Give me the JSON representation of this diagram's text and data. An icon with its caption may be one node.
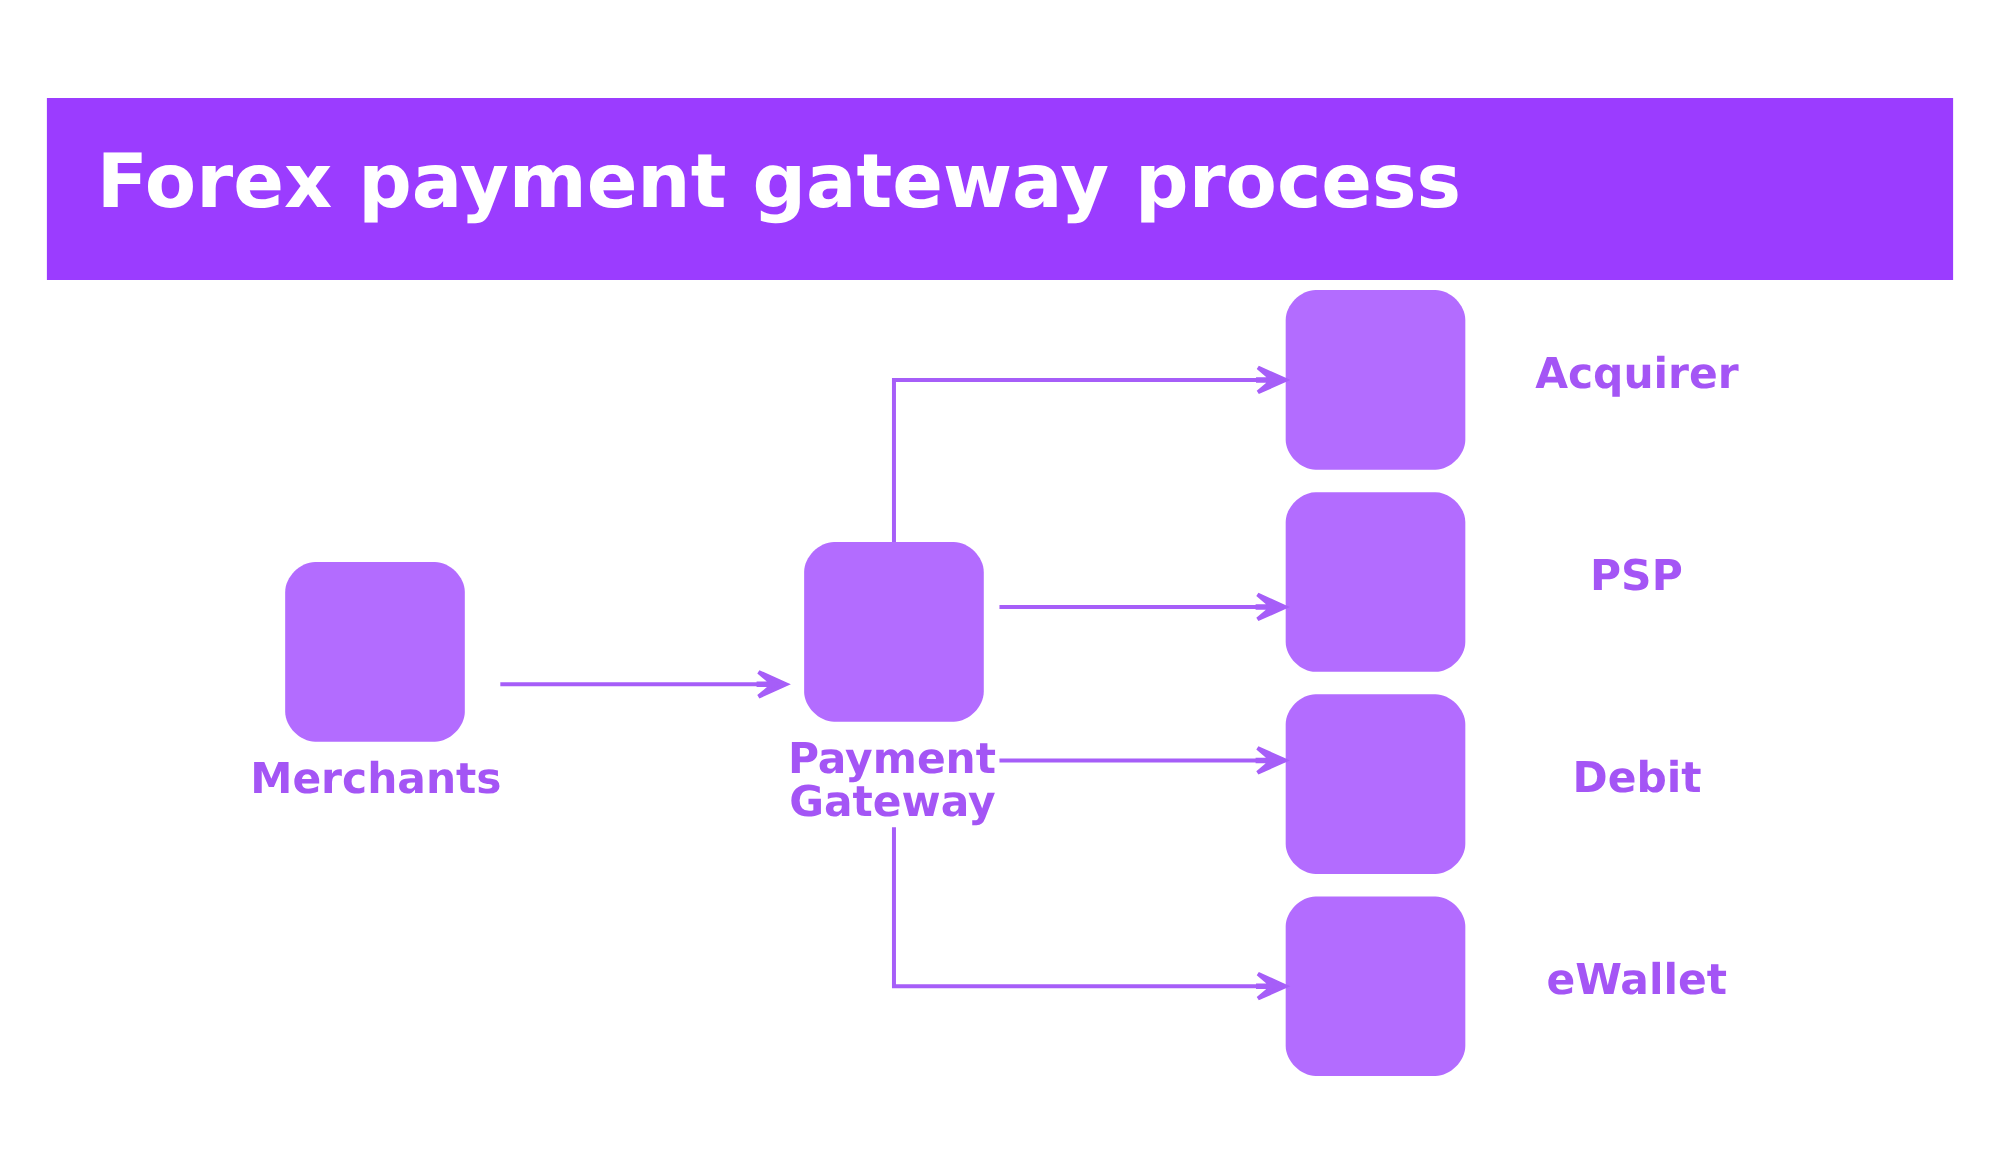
{
  "diagram": {
    "title": "Forex payment gateway process",
    "nodes": [
      {
        "text": [
          "Merchants"
        ]
      },
      {
        "text": [
          "Payment Gateway"
        ]
      },
      {
        "text": [
          "Acquirer"
        ]
      },
      {
        "text": [
          "PSP"
        ]
      },
      {
        "text": [
          "Debit"
        ]
      },
      {
        "text": [
          "eWallet"
        ]
      }
    ],
    "edges": [
      {
        "from": 0,
        "to": 1,
        "arrow": "to"
      },
      {
        "from": 1,
        "to": 2,
        "arrow": "to"
      },
      {
        "from": 1,
        "to": 3,
        "arrow": "to"
      },
      {
        "from": 1,
        "to": 4,
        "arrow": "to"
      },
      {
        "from": 1,
        "to": 5,
        "arrow": "to"
      }
    ]
  }
}
